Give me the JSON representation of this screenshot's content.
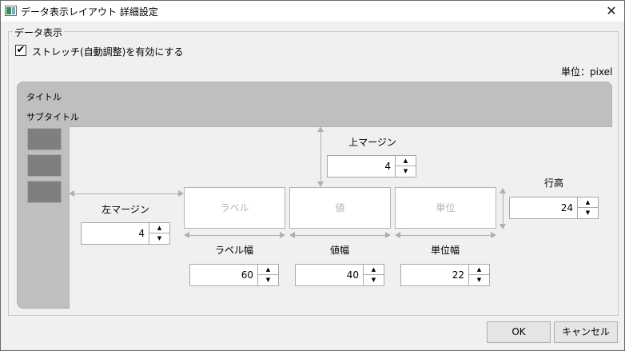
{
  "window": {
    "title": "データ表示レイアウト 詳細設定",
    "close_glyph": "✕"
  },
  "group": {
    "legend": "データ表示",
    "stretch_checkbox": {
      "label": "ストレッチ(自動調整)を有効にする",
      "checked": true,
      "glyph": "✔"
    },
    "unit_label": "単位：pixel"
  },
  "preview": {
    "title": "タイトル",
    "subtitle": "サブタイトル",
    "cells": {
      "label": "ラベル",
      "value": "値",
      "unit": "単位"
    }
  },
  "fields": {
    "top_margin": {
      "label": "上マージン",
      "value": "4"
    },
    "left_margin": {
      "label": "左マージン",
      "value": "4"
    },
    "row_height": {
      "label": "行高",
      "value": "24"
    },
    "label_width": {
      "label": "ラベル幅",
      "value": "60"
    },
    "value_width": {
      "label": "値幅",
      "value": "40"
    },
    "unit_width": {
      "label": "単位幅",
      "value": "22"
    }
  },
  "spin_glyphs": {
    "up": "▲",
    "down": "▼"
  },
  "buttons": {
    "ok": "OK",
    "cancel": "キャンセル"
  }
}
